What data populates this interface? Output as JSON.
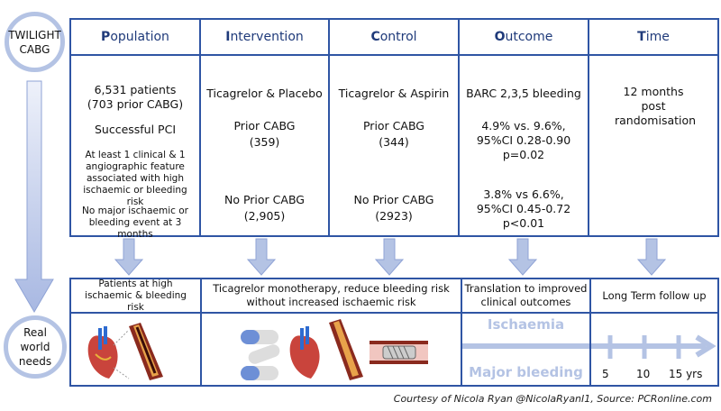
{
  "left": {
    "top_circle": "TWILIGHT CABG",
    "bottom_circle": "Real world needs"
  },
  "headers": [
    {
      "initial": "P",
      "rest": "opulation"
    },
    {
      "initial": "I",
      "rest": "ntervention"
    },
    {
      "initial": "C",
      "rest": "ontrol"
    },
    {
      "initial": "O",
      "rest": "utcome"
    },
    {
      "initial": "T",
      "rest": "ime"
    }
  ],
  "population": {
    "patients": "6,531 patients",
    "prior": "(703 prior CABG)",
    "pci": "Successful PCI",
    "feature": "At least 1 clinical & 1 angiographic feature associated with high ischaemic or bleeding risk",
    "no_event": "No major ischaemic or bleeding event at 3 months"
  },
  "intervention": {
    "drug": "Ticagrelor & Placebo",
    "prior_label": "Prior CABG",
    "prior_n": "(359)",
    "noprior_label": "No Prior CABG",
    "noprior_n": "(2,905)"
  },
  "control": {
    "drug": "Ticagrelor & Aspirin",
    "prior_label": "Prior CABG",
    "prior_n": "(344)",
    "noprior_label": "No Prior CABG",
    "noprior_n": "(2923)"
  },
  "outcome": {
    "endpoint": "BARC 2,3,5 bleeding",
    "prior_rates": "4.9% vs. 9.6%,",
    "prior_ci": "95%CI 0.28-0.90",
    "prior_p": "p=0.02",
    "noprior_rates": "3.8% vs 6.6%,",
    "noprior_ci": "95%CI 0.45-0.72",
    "noprior_p": "p<0.01"
  },
  "time": {
    "text": "12 months post randomisation"
  },
  "needs": {
    "population": "Patients at high ischaemic & bleeding risk",
    "treatment": "Ticagrelor monotherapy, reduce bleeding risk without increased ischaemic risk",
    "outcome": "Translation to improved clinical outcomes",
    "time": "Long Term follow up",
    "ischaemia": "Ischaemia",
    "bleeding": "Major bleeding",
    "ticks": [
      "5",
      "10",
      "15 yrs"
    ]
  },
  "colors": {
    "border": "#2f55a4",
    "header_text": "#1f3a7a",
    "accent_light": "#b4c3e4"
  },
  "footer": "Courtesy of Nicola Ryan @NicolaRyanI1, Source: PCRonline.com"
}
